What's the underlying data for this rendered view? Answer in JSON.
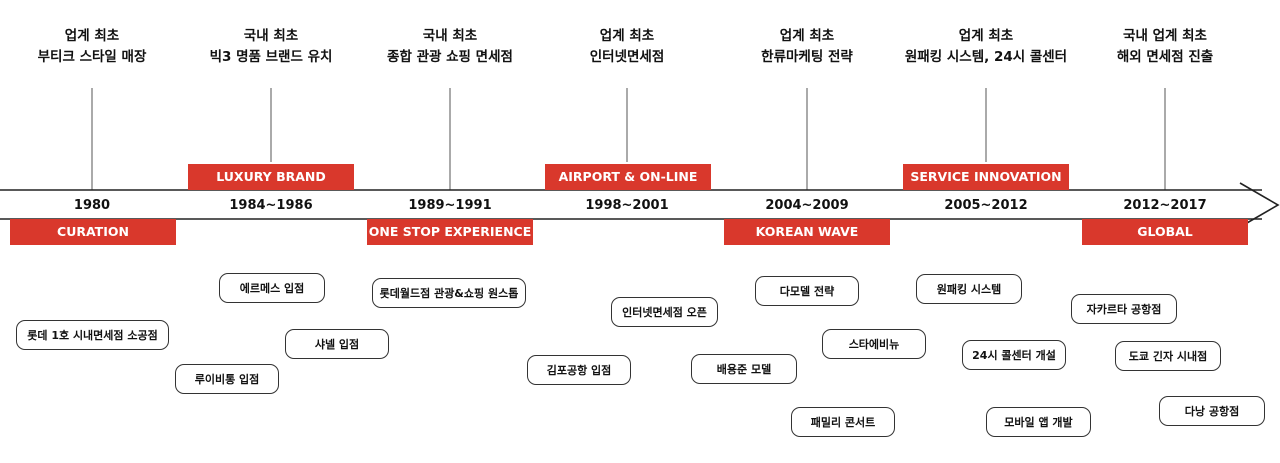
{
  "periods": [
    {
      "head": [
        "업계 최초",
        "부티크 스타일 매장"
      ],
      "year": "1980",
      "tag": "CURATION"
    },
    {
      "head": [
        "국내 최초",
        "빅3 명품 브랜드 유치"
      ],
      "year": "1984~1986",
      "tag": "LUXURY BRAND"
    },
    {
      "head": [
        "국내 최초",
        "종합 관광 쇼핑 면세점"
      ],
      "year": "1989~1991",
      "tag": "ONE STOP EXPERIENCE"
    },
    {
      "head": [
        "업계 최초",
        "인터넷면세점"
      ],
      "year": "1998~2001",
      "tag": "AIRPORT & ON-LINE"
    },
    {
      "head": [
        "업계 최초",
        "한류마케팅 전략"
      ],
      "year": "2004~2009",
      "tag": "KOREAN WAVE"
    },
    {
      "head": [
        "업계 최초",
        "원패킹 시스템, 24시 콜센터"
      ],
      "year": "2005~2012",
      "tag": "SERVICE INNOVATION"
    },
    {
      "head": [
        "국내 업계 최초",
        "해외 면세점 진출"
      ],
      "year": "2012~2017",
      "tag": "GLOBAL"
    }
  ],
  "events": [
    "롯데 1호 시내면세점 소공점",
    "에르메스 입점",
    "루이비통 입점",
    "샤넬 입점",
    "롯데월드점 관광&쇼핑 원스톱",
    "김포공항 입점",
    "인터넷면세점 오픈",
    "배용준 모델",
    "다모델 전략",
    "스타에비뉴",
    "패밀리 콘서트",
    "원패킹 시스템",
    "24시 콜센터  개설",
    "모바일 앱 개발",
    "자카르타 공항점",
    "도쿄 긴자 시내점",
    "다낭 공항점"
  ],
  "colors": {
    "accent": "#d9382c",
    "line": "#222222"
  }
}
